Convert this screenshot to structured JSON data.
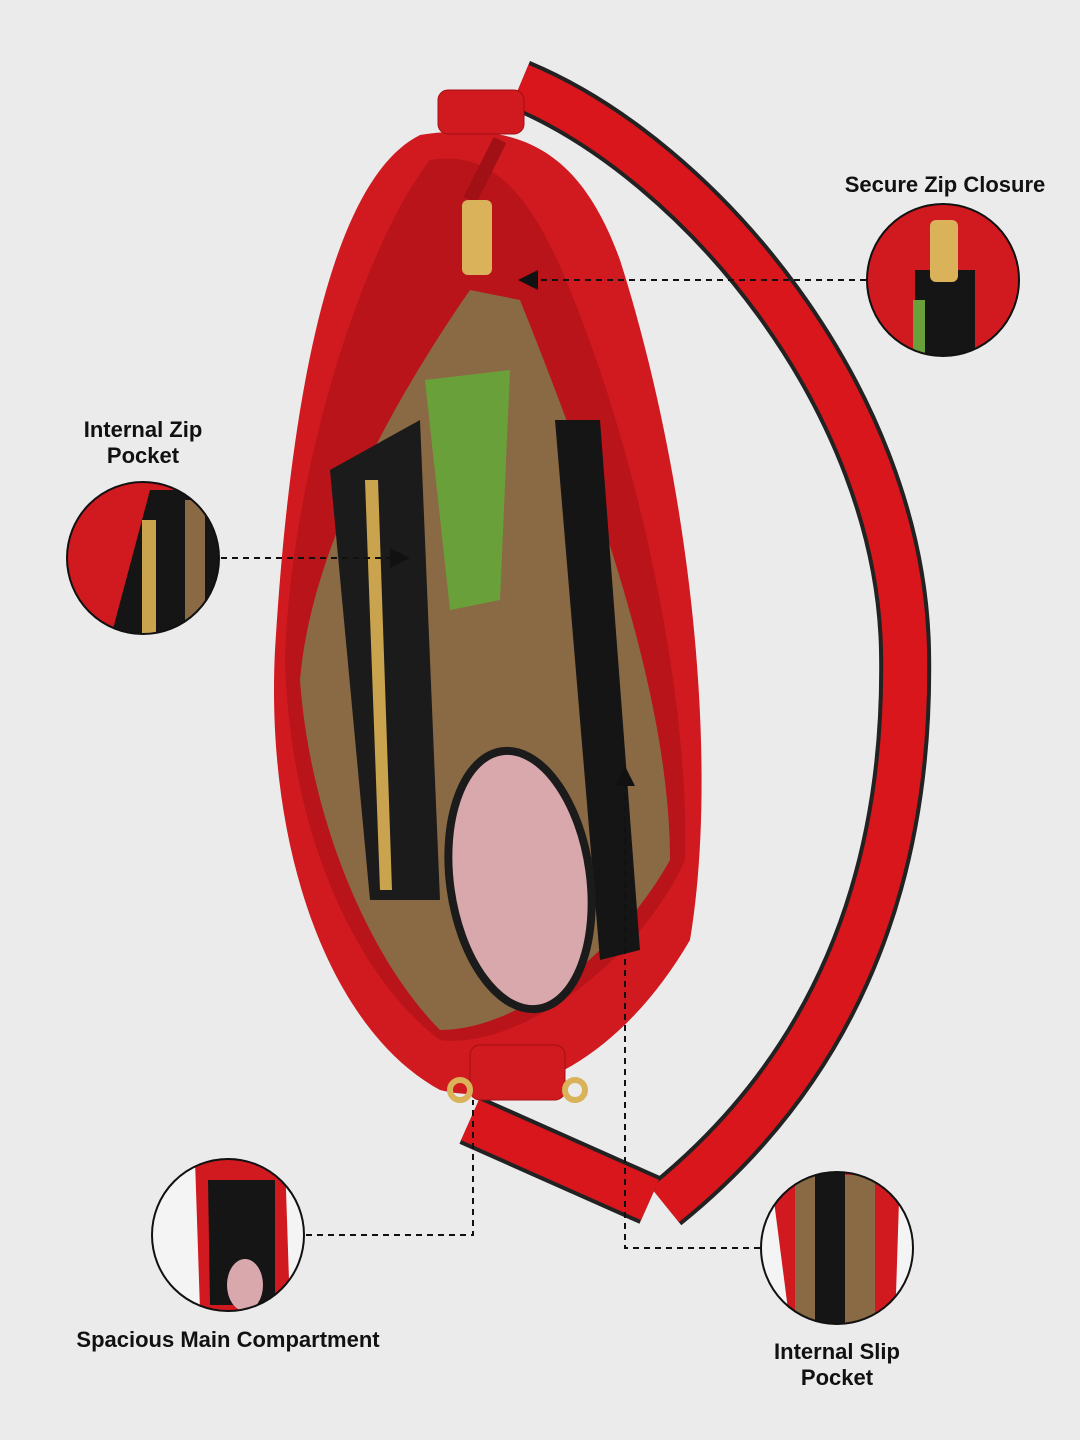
{
  "callouts": {
    "zip_closure": {
      "label": "Secure Zip Closure"
    },
    "zip_pocket": {
      "label_line1": "Internal Zip",
      "label_line2": "Pocket"
    },
    "main_compartment": {
      "label": "Spacious Main Compartment"
    },
    "slip_pocket": {
      "label_line1": "Internal Slip",
      "label_line2": "Pocket"
    }
  },
  "colors": {
    "bag": "#d8161c",
    "background": "#ebebeb",
    "lining": "#8a6a45",
    "hardware": "#d9b25a"
  }
}
